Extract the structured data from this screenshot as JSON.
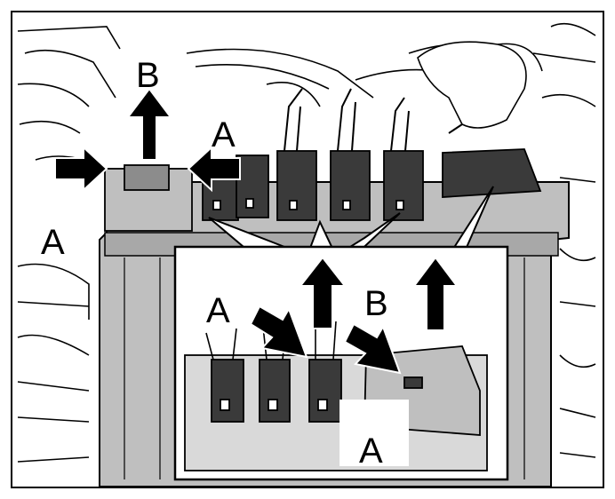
{
  "labels": {
    "connector_a": "A",
    "release_tab_b": "B",
    "junction_block_a": "A"
  },
  "callouts": [
    {
      "id": "b-top",
      "text": "B"
    },
    {
      "id": "a-top",
      "text": "A"
    },
    {
      "id": "a-left",
      "text": "A"
    },
    {
      "id": "a-inset",
      "text": "A"
    },
    {
      "id": "b-inset",
      "text": "B"
    },
    {
      "id": "a-bottom",
      "text": "A"
    }
  ],
  "colors": {
    "line": "#000000",
    "housing_fill": "#bfbfbf",
    "housing_dark": "#8c8c8c",
    "connector_fill": "#3a3a3a",
    "inset_fill": "#d9d9d9",
    "background": "#ffffff",
    "arrow_fill": "#000000"
  },
  "icons": [
    "push-arrow-icon",
    "pull-up-arrow-icon"
  ]
}
